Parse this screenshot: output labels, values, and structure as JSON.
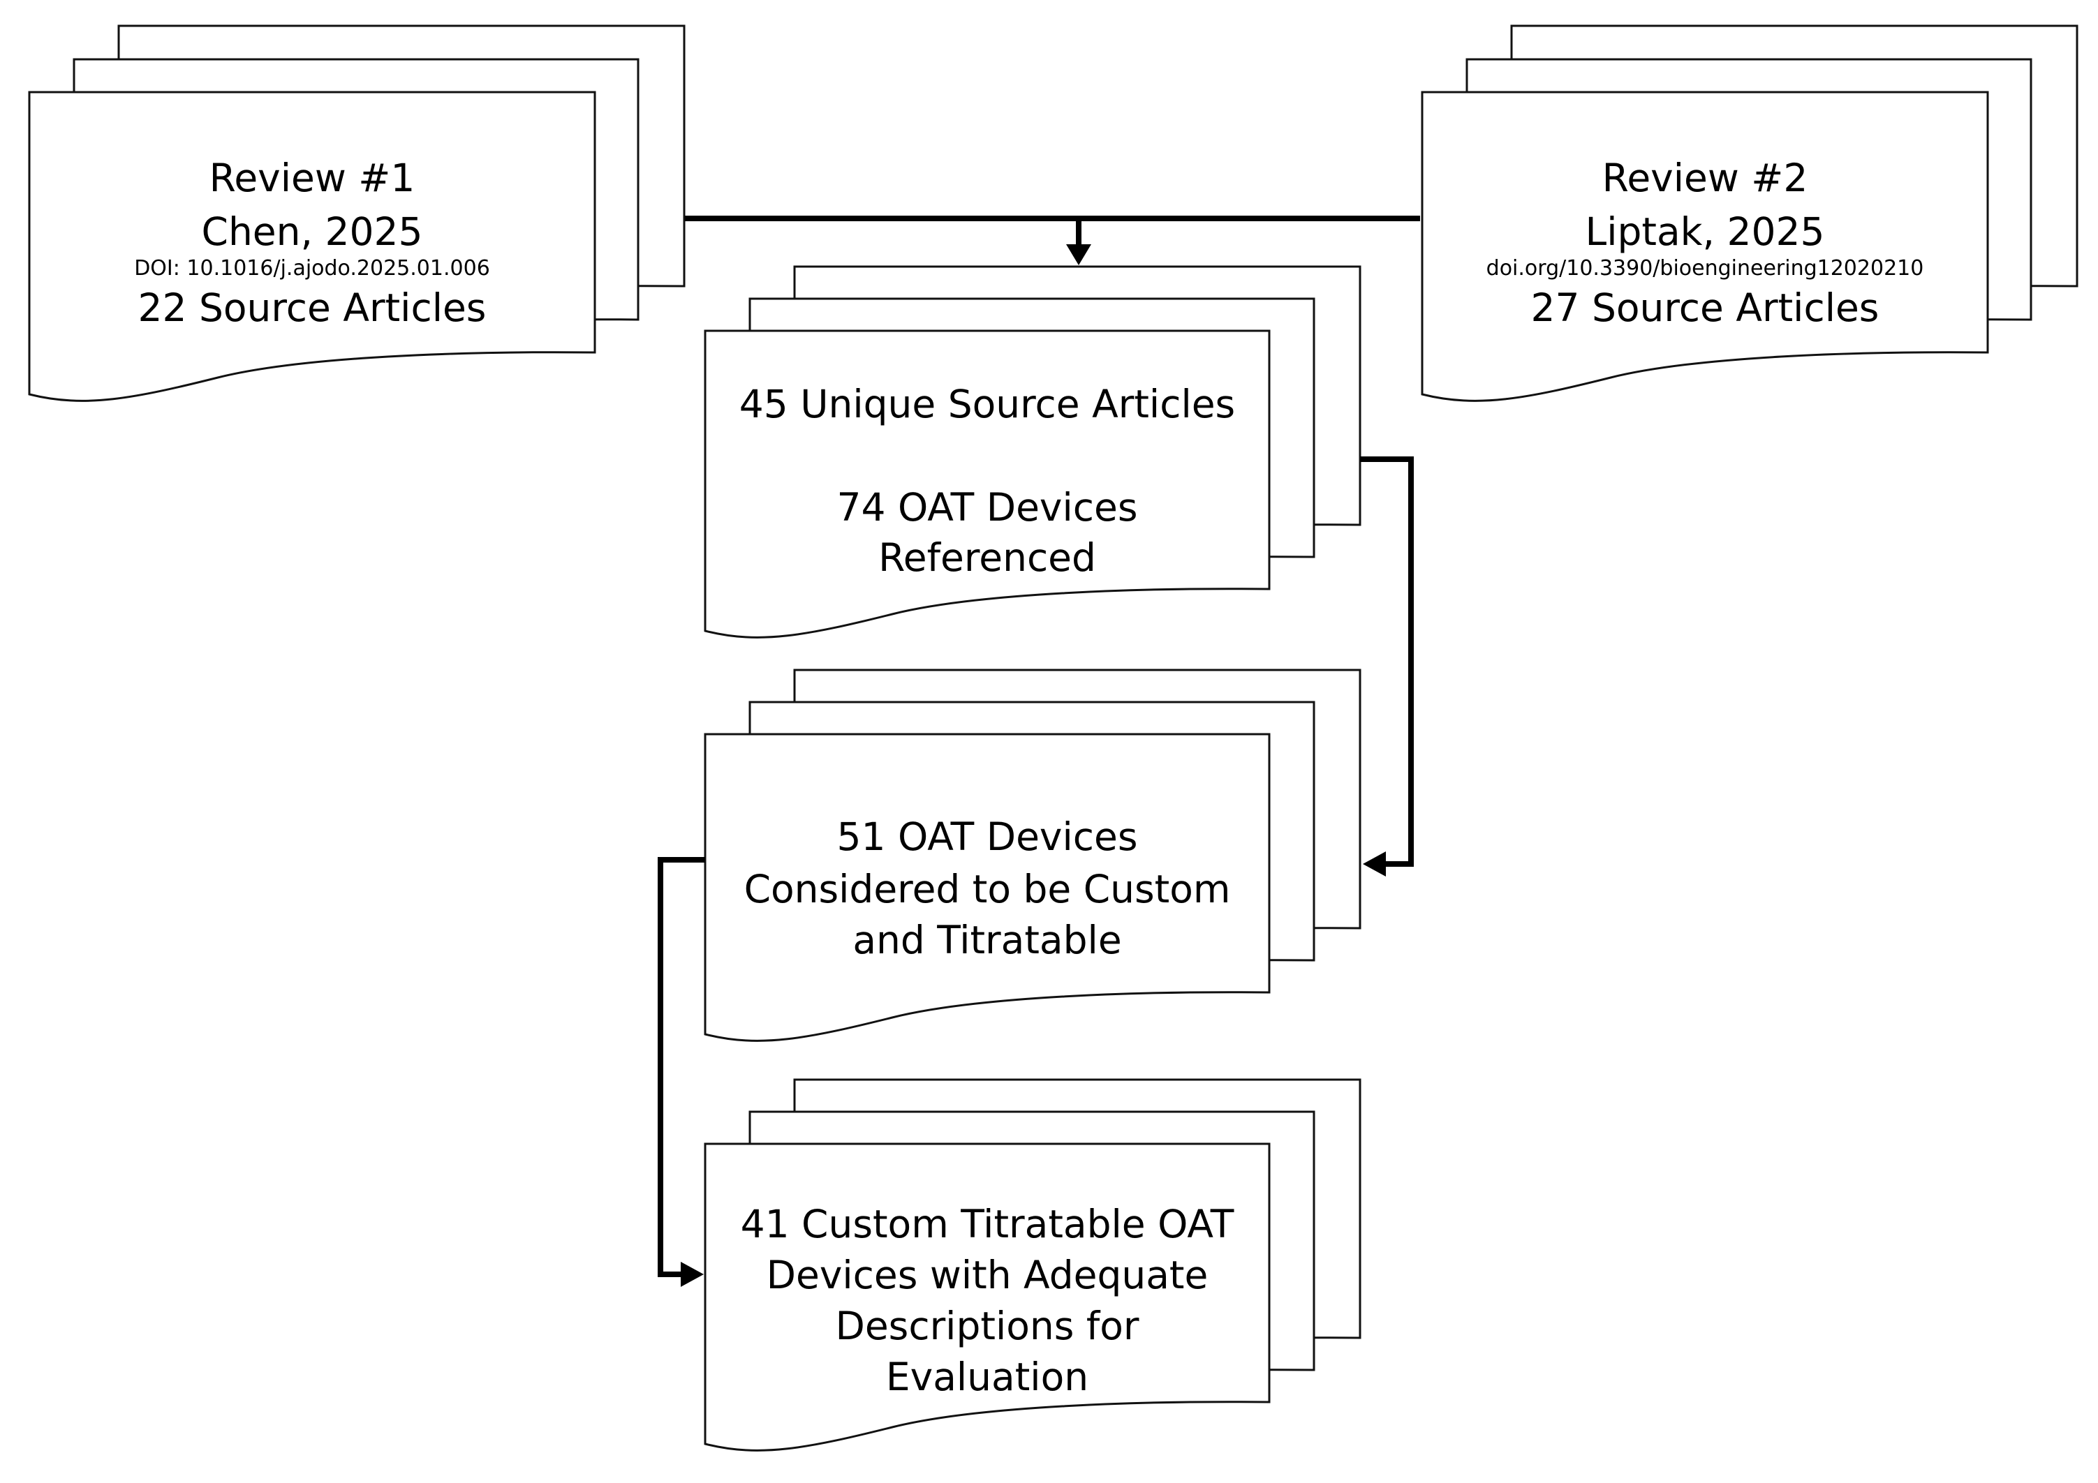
{
  "review_1": {
    "title": "Review #1",
    "author": "Chen, 2025",
    "doi": "DOI: 10.1016/j.ajodo.2025.01.006",
    "count": "22 Source Articles"
  },
  "review_2": {
    "title": "Review #2",
    "author": "Liptak, 2025",
    "doi": "doi.org/10.3390/bioengineering12020210",
    "count": "27 Source Articles"
  },
  "merged": {
    "articles": "45 Unique Source Articles",
    "devices_line1": "74 OAT Devices",
    "devices_line2": "Referenced"
  },
  "custom": {
    "line1": "51 OAT Devices",
    "line2": "Considered to be Custom",
    "line3": "and Titratable"
  },
  "final": {
    "line1": "41 Custom Titratable OAT",
    "line2": "Devices with Adequate",
    "line3": "Descriptions for",
    "line4": "Evaluation"
  }
}
